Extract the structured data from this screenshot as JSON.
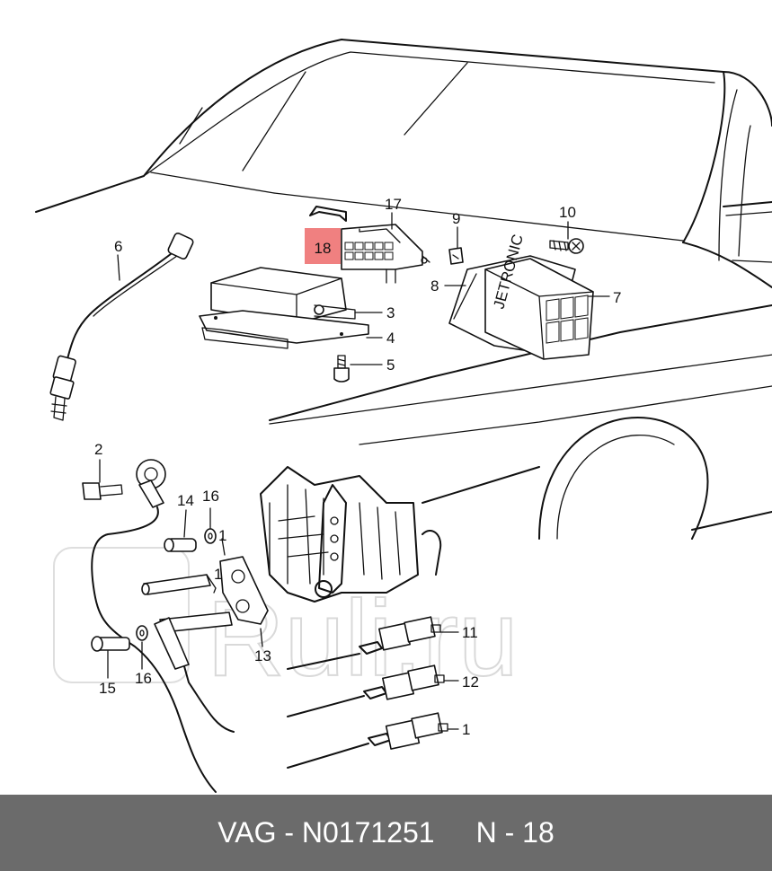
{
  "diagram": {
    "callouts": [
      {
        "id": "c1a",
        "text": "1"
      },
      {
        "id": "c1b",
        "text": "1"
      },
      {
        "id": "c2",
        "text": "2"
      },
      {
        "id": "c3",
        "text": "3"
      },
      {
        "id": "c4",
        "text": "4"
      },
      {
        "id": "c5",
        "text": "5"
      },
      {
        "id": "c6",
        "text": "6"
      },
      {
        "id": "c7",
        "text": "7"
      },
      {
        "id": "c8",
        "text": "8"
      },
      {
        "id": "c9",
        "text": "9"
      },
      {
        "id": "c10",
        "text": "10"
      },
      {
        "id": "c11",
        "text": "11"
      },
      {
        "id": "c12",
        "text": "12"
      },
      {
        "id": "c13",
        "text": "13"
      },
      {
        "id": "c14",
        "text": "14"
      },
      {
        "id": "c15",
        "text": "15"
      },
      {
        "id": "c16a",
        "text": "16"
      },
      {
        "id": "c16b",
        "text": "16"
      },
      {
        "id": "c17",
        "text": "17"
      }
    ],
    "highlight": {
      "text": "18",
      "color": "#f08080"
    },
    "unit_label": "JETRONIC",
    "watermark": "Ruli.ru"
  },
  "footer": {
    "part_number": "VAG - N0171251",
    "position": "N - 18",
    "background": "#6b6b6b"
  }
}
